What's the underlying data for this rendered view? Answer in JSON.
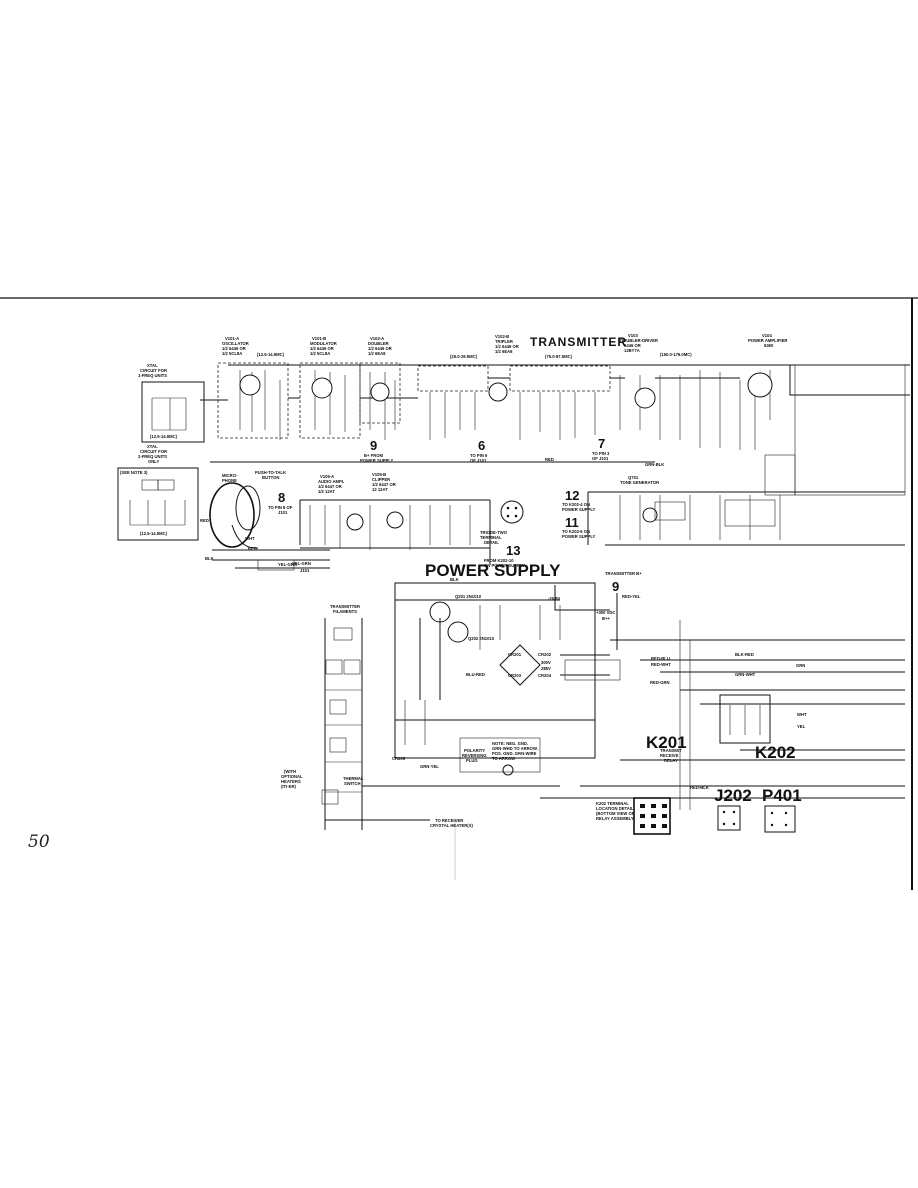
{
  "page_number": "50",
  "sections": {
    "transmitter": "TRANSMITTER",
    "power_supply": "POWER SUPPLY"
  },
  "tubes": {
    "v101a": [
      "V101-A",
      "OSCILLATOR",
      "1/2 6446 OR",
      "1/2 5CL8A"
    ],
    "v101b": [
      "V101-B",
      "MODULATOR",
      "1/2 6446 OR",
      "1/2 5CL8A"
    ],
    "v102a": [
      "V102-A",
      "DOUBLER",
      "1/2 6446 OR",
      "1/2 6EA8"
    ],
    "v102b": [
      "V102-B",
      "TRIPLER",
      "1/2 6446 OR",
      "1/2 6EA8"
    ],
    "v103": [
      "V103",
      "DOUBLER-DRIVER",
      "6446 OR",
      "12BY7A"
    ],
    "v104": [
      "V104",
      "POWER AMPLIFIER",
      "6360"
    ],
    "v105a": [
      "V105-A",
      "AUDIO AMPL",
      "1/2 6447 OR",
      "1/2 12AT"
    ],
    "v105b": [
      "V105-B",
      "CLIPPER",
      "1/2 6447 OR",
      "12 12AT"
    ]
  },
  "freqs": {
    "osc": "(12.5-14.9MC)",
    "t101": "(25.0-29.9MC)",
    "t102": "(75.0-87.5MC)",
    "v103": "(150.0-176.0MC)"
  },
  "xtal": {
    "top_title": [
      "XTAL",
      "CIRCUIT FOR",
      "1-FREQ UNITS"
    ],
    "bottom_title": [
      "XTAL",
      "CIRCUIT FOR",
      "2-FREQ UNITS",
      "ONLY"
    ],
    "note": "(SEE NOTE 3)",
    "top_freq": "(12.5-14.9MC)",
    "bottom_freq": "(12.5-14.9MC)"
  },
  "mic": {
    "mic": [
      "MICRO-",
      "PHONE"
    ],
    "ptt": [
      "PUSH-TO-TALK",
      "BUTTON"
    ],
    "wires": [
      "RED",
      "WHT",
      "RED",
      "BLK",
      "YEL-GRN"
    ],
    "jack": "J101",
    "wht_label": "WHT"
  },
  "pin_refs": {
    "p9": {
      "num": "9",
      "text": [
        "B+ FROM",
        "POWER SUPPLY"
      ]
    },
    "p6": {
      "num": "6",
      "text": [
        "TO PIN 6",
        "OF J101"
      ]
    },
    "p7": {
      "num": "7",
      "text": [
        "TO PIN 3",
        "OF J101"
      ]
    },
    "p8": {
      "num": "8",
      "text": [
        "TO PIN 8 OF",
        "J101"
      ]
    },
    "p12": {
      "num": "12",
      "text": [
        "TO K202-4 ON",
        "POWER SUPPLY"
      ]
    },
    "p11": {
      "num": "11",
      "text": [
        "TO K202-6 ON",
        "POWER SUPPLY"
      ]
    },
    "p13": {
      "num": "13",
      "text": [
        "FROM K202-10",
        "ON POWER SUPPLY"
      ]
    },
    "p9b": {
      "num": "9",
      "text": [
        "TRANSMITTER B+"
      ]
    }
  },
  "tone": [
    "Q701",
    "TONE GENERATOR"
  ],
  "filaments": {
    "title": [
      "TRANSMITTER",
      "FILAMENTS"
    ],
    "heaters": [
      "(WITH",
      "OPTIONAL",
      "HEATERS",
      "(ITI-ER)"
    ],
    "thermal": [
      "THERMAL",
      "SWITCH"
    ],
    "to_receiver": [
      "TO RECEIVER",
      "CRYSTAL HEATER(S)"
    ]
  },
  "relays": {
    "k201": "K201",
    "k201_sub": [
      "TRANSMIT",
      "RECEIVE",
      "RELAY"
    ],
    "k202": "K202",
    "j202": "J202",
    "p401": "P401",
    "note_box": [
      "NOTE: NEG. GND.",
      "GRN-WHD TO ARROW.",
      "POS. GND. GRN-WIRE",
      "TO ARROW"
    ],
    "plug": [
      "POLARITY",
      "REVERSING",
      "PLUG"
    ],
    "socket": [
      "K202 TERMINAL",
      "LOCATION DETAIL",
      "(BOTTOM VIEW OF",
      "RELAY ASSEMBLY)"
    ]
  },
  "semis": {
    "q201": "Q201 2N1010",
    "q202": "Q202 2N1010",
    "bridge": [
      "CR201",
      "CR202",
      "CR203",
      "CR204"
    ],
    "cr205": "CR205"
  },
  "voltages": {
    "b_plus": "+300 VDC",
    "b_plus_2": "B++",
    "bias": "-20.8V",
    "v_285": "285V",
    "v_300": "300V"
  },
  "wire_colors": [
    "GRN-BLK",
    "GRN-YEL",
    "RED-BLK",
    "RED-BLU",
    "RED-WHT",
    "RED-GRN",
    "BLK-RED",
    "BLU-RED",
    "GRN-WHT",
    "YEL-GRN",
    "RED-YEL",
    "BLK",
    "RED",
    "GRN",
    "WHT",
    "YEL"
  ],
  "triode_note": [
    "TRIODE-TWO",
    "TERMINAL",
    "DETAIL"
  ]
}
